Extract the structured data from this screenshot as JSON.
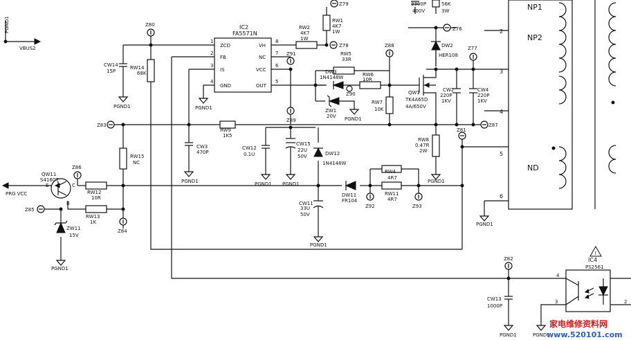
{
  "ic2": {
    "ref": "IC2",
    "part": "FA5571N",
    "pins": {
      "zcd": "ZCD",
      "fb": "FB",
      "is": "IS",
      "gnd": "GND",
      "vh": "VH",
      "nc": "NC",
      "vcc": "VCC",
      "out": "OUT"
    },
    "pin_numbers": {
      "p1": "1",
      "p2": "2",
      "p3": "3",
      "p4": "4",
      "p5": "5",
      "p6": "6",
      "p7": "7",
      "p8": "8"
    }
  },
  "ic4": {
    "ref": "IC4",
    "part": "PS2561",
    "pin4": "4",
    "pin3": "3",
    "pin2": "2"
  },
  "transformer": {
    "np1": "NP1",
    "np2": "NP2",
    "nd": "ND",
    "pins": {
      "p2": "2",
      "p3": "3",
      "p4": "4",
      "p5": "5",
      "p6": "6"
    }
  },
  "nets": {
    "vbus": "VBUS2",
    "prg_vcc": "PRG VCC",
    "gnd": "PGND1"
  },
  "parts": {
    "cw14": {
      "ref": "CW14",
      "value": "15P"
    },
    "rw14": {
      "ref": "RW14",
      "value": "68K"
    },
    "rw2": {
      "ref": "RW2",
      "value": "4K7",
      "value2": "1W"
    },
    "rw1": {
      "ref": "RW1",
      "value": "4K7",
      "value2": "1W"
    },
    "rw5": {
      "ref": "RW5",
      "value": "33R"
    },
    "rw6": {
      "ref": "RW6",
      "value": "10R"
    },
    "rw7": {
      "ref": "RW7",
      "value": "10K"
    },
    "dw3": {
      "ref": "DW3",
      "value": "1N4148W"
    },
    "zw1": {
      "ref": "ZW1",
      "value": "20V"
    },
    "dw2": {
      "ref": "DW2",
      "value": "HER108"
    },
    "qw1": {
      "ref": "QW1",
      "value": "TK4A65D",
      "value2": "4A/650V"
    },
    "cw2": {
      "ref": "CW2",
      "value": "220P",
      "value2": "1KV"
    },
    "cw4": {
      "ref": "CW4",
      "value": "220P",
      "value2": "1KV"
    },
    "c_top": {
      "value": "3300P",
      "value2": "400V"
    },
    "r_top": {
      "value": "56K",
      "value2": "3W"
    },
    "rw9": {
      "ref": "RW9",
      "value": "1K5"
    },
    "cw3": {
      "ref": "CW3",
      "value": "470P"
    },
    "cw12": {
      "ref": "CW12",
      "value": "0.1U"
    },
    "cw15": {
      "ref": "CW15",
      "value": "22U",
      "value2": "50V"
    },
    "dw12": {
      "ref": "DW12",
      "value": "1N4148W"
    },
    "rw8": {
      "ref": "RW8",
      "value": "0.47R",
      "value2": "2W"
    },
    "rw4": {
      "ref": "RW4",
      "value": "4R7"
    },
    "rw11": {
      "ref": "RW11",
      "value": "4R7"
    },
    "dw11": {
      "ref": "DW11",
      "value": "FR104"
    },
    "cw11": {
      "ref": "CW11",
      "value": "33U",
      "value2": "50V"
    },
    "rw15": {
      "ref": "RW15",
      "value": "NC"
    },
    "qw11": {
      "ref": "QW11",
      "value": "S4160T"
    },
    "rw12": {
      "ref": "RW12",
      "value": "10R"
    },
    "rw13": {
      "ref": "RW13",
      "value": "1K"
    },
    "zw11": {
      "ref": "ZW11",
      "value": "15V"
    },
    "cw13": {
      "ref": "CW13",
      "value": "1000P"
    }
  },
  "tests": {
    "z80": "Z80",
    "z79": "Z79",
    "z78": "Z78",
    "z91": "Z91",
    "z88": "Z88",
    "z90": "Z90",
    "z89": "Z89",
    "z76": "Z76",
    "z77": "Z77",
    "z87": "Z87",
    "z81": "Z81",
    "z83": "Z83",
    "z86": "Z86",
    "z85": "Z85",
    "z84": "Z84",
    "z92": "Z92",
    "z93": "Z93",
    "z82": "Z82"
  },
  "bjt_pins": {
    "e": "E",
    "c": "C",
    "b": "B"
  },
  "watermark": {
    "text": "家电维修资料网",
    "url": "www.520101.com"
  }
}
